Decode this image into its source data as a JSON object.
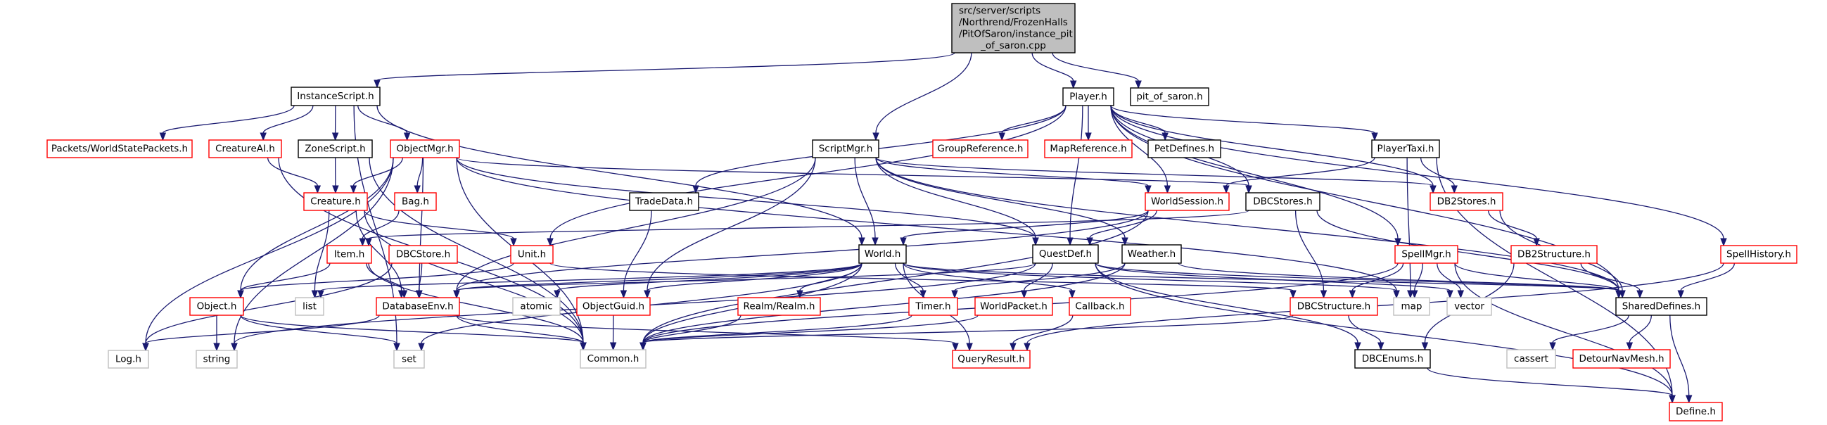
{
  "diagram": {
    "type": "include-dependency-graph",
    "root": "root",
    "colors": {
      "edge": "#191970",
      "root_fill": "#bfbfbf",
      "documented_border": "#000000",
      "undocumented_border": "#ff0000",
      "system_border": "#bfbfbf"
    },
    "nodes": {
      "root": {
        "label": [
          "src/server/scripts",
          "/Northrend/FrozenHalls",
          "/PitOfSaron/instance_pit",
          "_of_saron.cpp"
        ],
        "kind": "root"
      },
      "instancescript": {
        "label": [
          "InstanceScript.h"
        ],
        "kind": "doc"
      },
      "player": {
        "label": [
          "Player.h"
        ],
        "kind": "doc"
      },
      "pitofsaron": {
        "label": [
          "pit_of_saron.h"
        ],
        "kind": "doc"
      },
      "scriptmgr": {
        "label": [
          "ScriptMgr.h"
        ],
        "kind": "doc"
      },
      "worldstatepackets": {
        "label": [
          "Packets/WorldStatePackets.h"
        ],
        "kind": "missing"
      },
      "creatureai": {
        "label": [
          "CreatureAI.h"
        ],
        "kind": "missing"
      },
      "zonescript": {
        "label": [
          "ZoneScript.h"
        ],
        "kind": "doc"
      },
      "objectmgr": {
        "label": [
          "ObjectMgr.h"
        ],
        "kind": "missing"
      },
      "groupreference": {
        "label": [
          "GroupReference.h"
        ],
        "kind": "missing"
      },
      "mapreference": {
        "label": [
          "MapReference.h"
        ],
        "kind": "missing"
      },
      "petdefines": {
        "label": [
          "PetDefines.h"
        ],
        "kind": "doc"
      },
      "playertaxi": {
        "label": [
          "PlayerTaxi.h"
        ],
        "kind": "doc"
      },
      "creature": {
        "label": [
          "Creature.h"
        ],
        "kind": "missing"
      },
      "bag": {
        "label": [
          "Bag.h"
        ],
        "kind": "missing"
      },
      "tradedata": {
        "label": [
          "TradeData.h"
        ],
        "kind": "doc"
      },
      "worldsession": {
        "label": [
          "WorldSession.h"
        ],
        "kind": "missing"
      },
      "dbcstores": {
        "label": [
          "DBCStores.h"
        ],
        "kind": "doc"
      },
      "db2stores": {
        "label": [
          "DB2Stores.h"
        ],
        "kind": "missing"
      },
      "item": {
        "label": [
          "Item.h"
        ],
        "kind": "missing"
      },
      "dbcstore": {
        "label": [
          "DBCStore.h"
        ],
        "kind": "missing"
      },
      "unit": {
        "label": [
          "Unit.h"
        ],
        "kind": "missing"
      },
      "world": {
        "label": [
          "World.h"
        ],
        "kind": "doc"
      },
      "questdef": {
        "label": [
          "QuestDef.h"
        ],
        "kind": "doc"
      },
      "weather": {
        "label": [
          "Weather.h"
        ],
        "kind": "doc"
      },
      "spellmgr": {
        "label": [
          "SpellMgr.h"
        ],
        "kind": "missing"
      },
      "db2structure": {
        "label": [
          "DB2Structure.h"
        ],
        "kind": "missing"
      },
      "spellhistory": {
        "label": [
          "SpellHistory.h"
        ],
        "kind": "missing"
      },
      "object": {
        "label": [
          "Object.h"
        ],
        "kind": "missing"
      },
      "list": {
        "label": [
          "list"
        ],
        "kind": "system"
      },
      "databaseenv": {
        "label": [
          "DatabaseEnv.h"
        ],
        "kind": "missing"
      },
      "atomic": {
        "label": [
          "atomic"
        ],
        "kind": "system"
      },
      "objectguid": {
        "label": [
          "ObjectGuid.h"
        ],
        "kind": "missing"
      },
      "realm": {
        "label": [
          "Realm/Realm.h"
        ],
        "kind": "missing"
      },
      "timer": {
        "label": [
          "Timer.h"
        ],
        "kind": "missing"
      },
      "worldpacket": {
        "label": [
          "WorldPacket.h"
        ],
        "kind": "missing"
      },
      "callback": {
        "label": [
          "Callback.h"
        ],
        "kind": "missing"
      },
      "dbcstructure": {
        "label": [
          "DBCStructure.h"
        ],
        "kind": "missing"
      },
      "map": {
        "label": [
          "map"
        ],
        "kind": "system"
      },
      "vector": {
        "label": [
          "vector"
        ],
        "kind": "system"
      },
      "shareddefines": {
        "label": [
          "SharedDefines.h"
        ],
        "kind": "doc"
      },
      "log": {
        "label": [
          "Log.h"
        ],
        "kind": "system"
      },
      "string": {
        "label": [
          "string"
        ],
        "kind": "system"
      },
      "set": {
        "label": [
          "set"
        ],
        "kind": "system"
      },
      "common": {
        "label": [
          "Common.h"
        ],
        "kind": "system"
      },
      "queryresult": {
        "label": [
          "QueryResult.h"
        ],
        "kind": "missing"
      },
      "dbcenums": {
        "label": [
          "DBCEnums.h"
        ],
        "kind": "doc"
      },
      "cassert": {
        "label": [
          "cassert"
        ],
        "kind": "system"
      },
      "detournavmesh": {
        "label": [
          "DetourNavMesh.h"
        ],
        "kind": "missing"
      },
      "define": {
        "label": [
          "Define.h"
        ],
        "kind": "missing"
      }
    },
    "edges": [
      [
        "root",
        "instancescript"
      ],
      [
        "root",
        "player"
      ],
      [
        "root",
        "pitofsaron"
      ],
      [
        "root",
        "scriptmgr"
      ],
      [
        "instancescript",
        "worldstatepackets"
      ],
      [
        "instancescript",
        "creatureai"
      ],
      [
        "instancescript",
        "zonescript"
      ],
      [
        "instancescript",
        "objectmgr"
      ],
      [
        "instancescript",
        "world"
      ],
      [
        "instancescript",
        "set"
      ],
      [
        "player",
        "groupreference"
      ],
      [
        "player",
        "mapreference"
      ],
      [
        "player",
        "petdefines"
      ],
      [
        "player",
        "playertaxi"
      ],
      [
        "player",
        "tradedata"
      ],
      [
        "player",
        "unit"
      ],
      [
        "player",
        "worldsession"
      ],
      [
        "player",
        "dbcstores"
      ],
      [
        "player",
        "db2stores"
      ],
      [
        "player",
        "spellmgr"
      ],
      [
        "player",
        "spellhistory"
      ],
      [
        "player",
        "questdef"
      ],
      [
        "player",
        "shareddefines"
      ],
      [
        "scriptmgr",
        "world"
      ],
      [
        "scriptmgr",
        "questdef"
      ],
      [
        "scriptmgr",
        "weather"
      ],
      [
        "scriptmgr",
        "db2stores"
      ],
      [
        "scriptmgr",
        "worldsession"
      ],
      [
        "scriptmgr",
        "objectguid"
      ],
      [
        "scriptmgr",
        "databaseenv"
      ],
      [
        "scriptmgr",
        "shareddefines"
      ],
      [
        "creatureai",
        "creature"
      ],
      [
        "creatureai",
        "common"
      ],
      [
        "zonescript",
        "creature"
      ],
      [
        "zonescript",
        "common"
      ],
      [
        "objectmgr",
        "creature"
      ],
      [
        "objectmgr",
        "bag"
      ],
      [
        "objectmgr",
        "object"
      ],
      [
        "objectmgr",
        "questdef"
      ],
      [
        "objectmgr",
        "databaseenv"
      ],
      [
        "objectmgr",
        "log"
      ],
      [
        "objectmgr",
        "string"
      ],
      [
        "objectmgr",
        "common"
      ],
      [
        "objectmgr",
        "dbcstores"
      ],
      [
        "objectmgr",
        "map"
      ],
      [
        "playertaxi",
        "worldsession"
      ],
      [
        "playertaxi",
        "db2stores"
      ],
      [
        "playertaxi",
        "map"
      ],
      [
        "playertaxi",
        "define"
      ],
      [
        "creature",
        "unit"
      ],
      [
        "creature",
        "list"
      ],
      [
        "creature",
        "databaseenv"
      ],
      [
        "creature",
        "common"
      ],
      [
        "bag",
        "item"
      ],
      [
        "tradedata",
        "objectguid"
      ],
      [
        "worldsession",
        "world"
      ],
      [
        "worldsession",
        "questdef"
      ],
      [
        "worldsession",
        "common"
      ],
      [
        "worldsession",
        "databaseenv"
      ],
      [
        "dbcstores",
        "item"
      ],
      [
        "dbcstores",
        "dbcstructure"
      ],
      [
        "dbcstores",
        "shareddefines"
      ],
      [
        "db2stores",
        "db2structure"
      ],
      [
        "db2stores",
        "shareddefines"
      ],
      [
        "item",
        "object"
      ],
      [
        "item",
        "databaseenv"
      ],
      [
        "item",
        "common"
      ],
      [
        "dbcstore",
        "databaseenv"
      ],
      [
        "dbcstore",
        "log"
      ],
      [
        "unit",
        "object"
      ],
      [
        "unit",
        "dbcstructure"
      ],
      [
        "world",
        "databaseenv"
      ],
      [
        "world",
        "atomic"
      ],
      [
        "world",
        "objectguid"
      ],
      [
        "world",
        "realm"
      ],
      [
        "world",
        "timer"
      ],
      [
        "world",
        "callback"
      ],
      [
        "world",
        "queryresult"
      ],
      [
        "world",
        "common"
      ],
      [
        "world",
        "set"
      ],
      [
        "world",
        "list"
      ],
      [
        "world",
        "map"
      ],
      [
        "world",
        "shareddefines"
      ],
      [
        "questdef",
        "worldpacket"
      ],
      [
        "questdef",
        "databaseenv"
      ],
      [
        "questdef",
        "dbcenums"
      ],
      [
        "questdef",
        "define"
      ],
      [
        "questdef",
        "vector"
      ],
      [
        "questdef",
        "string"
      ],
      [
        "questdef",
        "shareddefines"
      ],
      [
        "weather",
        "timer"
      ],
      [
        "weather",
        "shareddefines"
      ],
      [
        "weather",
        "common"
      ],
      [
        "spellmgr",
        "dbcstructure"
      ],
      [
        "spellmgr",
        "map"
      ],
      [
        "spellmgr",
        "vector"
      ],
      [
        "spellmgr",
        "shareddefines"
      ],
      [
        "spellmgr",
        "common"
      ],
      [
        "spellmgr",
        "define"
      ],
      [
        "db2structure",
        "shareddefines"
      ],
      [
        "db2structure",
        "dbcenums"
      ],
      [
        "spellhistory",
        "shareddefines"
      ],
      [
        "spellhistory",
        "queryresult"
      ],
      [
        "object",
        "string"
      ],
      [
        "object",
        "set"
      ],
      [
        "object",
        "common"
      ],
      [
        "databaseenv",
        "log"
      ],
      [
        "databaseenv",
        "common"
      ],
      [
        "databaseenv",
        "queryresult"
      ],
      [
        "objectguid",
        "common"
      ],
      [
        "realm",
        "common"
      ],
      [
        "worldpacket",
        "common"
      ],
      [
        "callback",
        "queryresult"
      ],
      [
        "dbcstructure",
        "dbcenums"
      ],
      [
        "dbcstructure",
        "common"
      ],
      [
        "shareddefines",
        "cassert"
      ],
      [
        "shareddefines",
        "detournavmesh"
      ],
      [
        "shareddefines",
        "define"
      ],
      [
        "dbcenums",
        "define"
      ],
      [
        "timer",
        "common"
      ]
    ]
  }
}
